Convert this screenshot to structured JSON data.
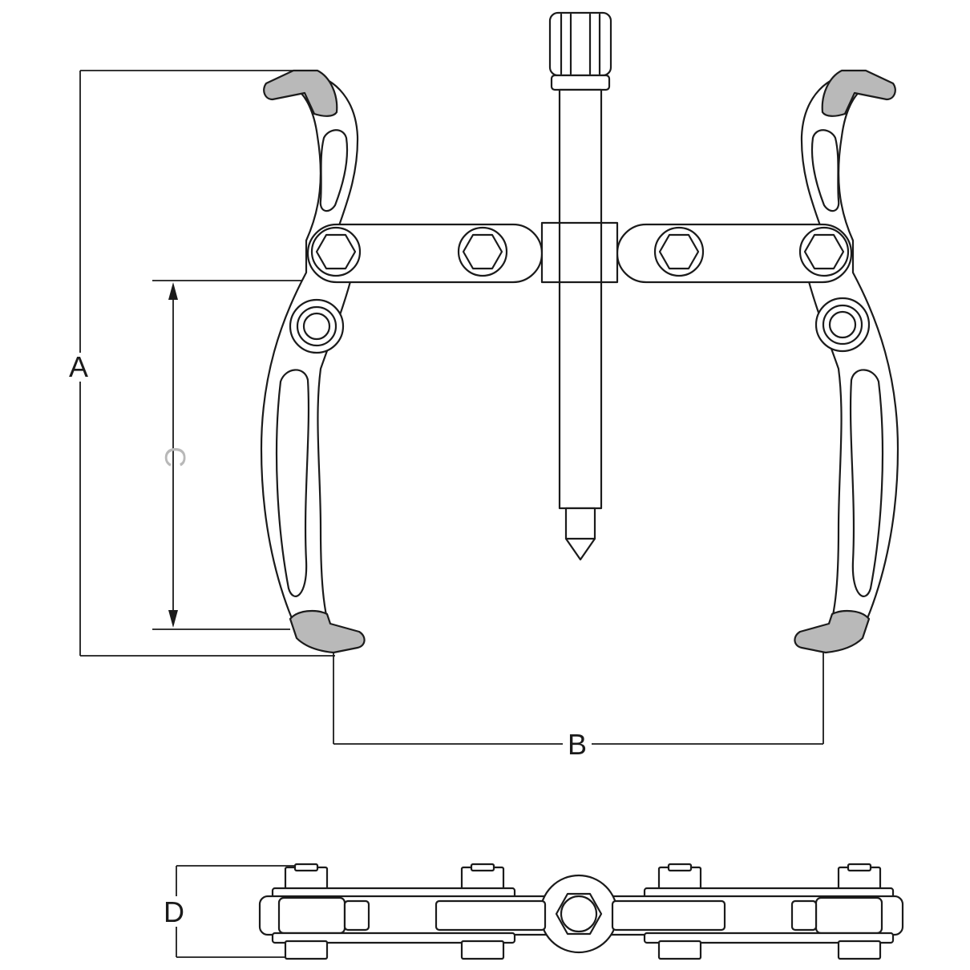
{
  "dimensions": {
    "a": "A",
    "b": "B",
    "c": "C",
    "d": "D"
  },
  "colors": {
    "line": "#1a1a1a",
    "jaw_fill": "#b9b9b9",
    "background": "#ffffff",
    "label_c": "#b8b8b8"
  }
}
